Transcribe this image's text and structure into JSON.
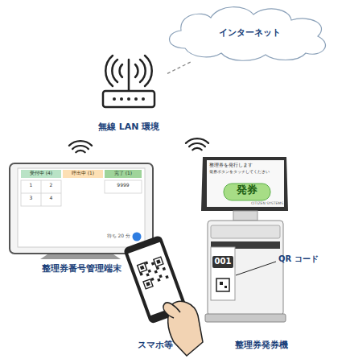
{
  "diagram": {
    "nodes": [
      {
        "text": [
          "インターネット"
        ]
      },
      {
        "text": [
          "無線 LAN 環境"
        ]
      },
      {
        "text": [
          "整理券番号管理端末"
        ]
      },
      {
        "text": [
          "スマホ等"
        ]
      },
      {
        "text": [
          "整理券発券機"
        ]
      }
    ],
    "edges": [
      {
        "from": 1,
        "to": 0,
        "arrow": "none"
      }
    ],
    "labels": [
      "受付中 (4)",
      "呼出中 (1)",
      "完了 (1)",
      "1",
      "2",
      "3",
      "4",
      "9999",
      "待ち 20 分",
      "整理券を発行します",
      "発券ボタンをタッチしてください",
      "発券",
      "CITIZEN SYSTEMS",
      "001",
      "QR コード"
    ]
  }
}
